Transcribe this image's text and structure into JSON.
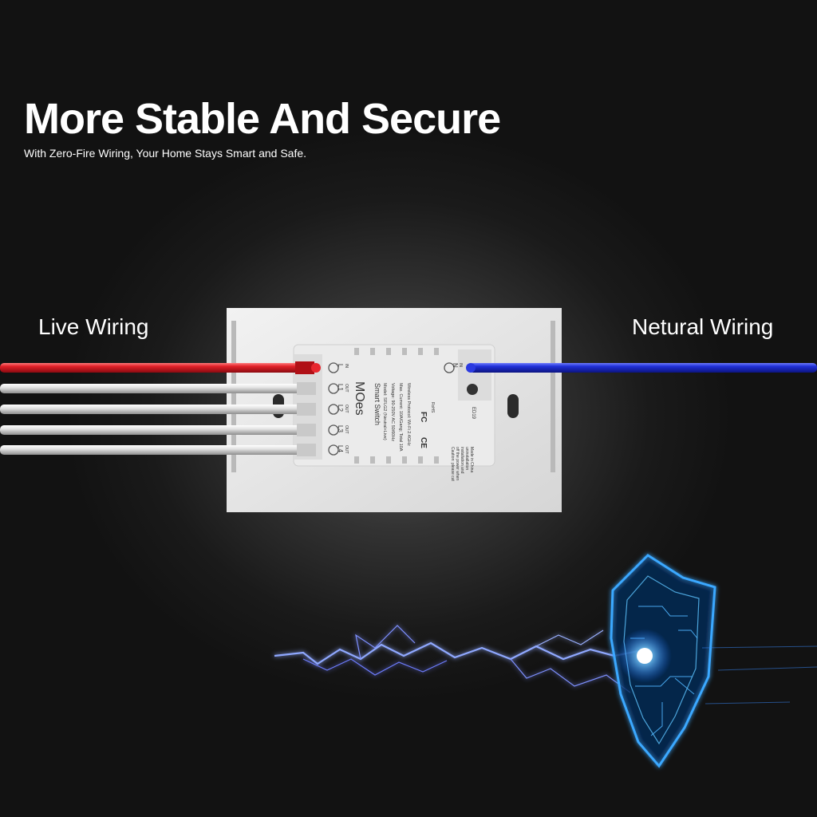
{
  "header": {
    "title": "More Stable And Secure",
    "subtitle": "With Zero-Fire Wiring, Your Home Stays Smart and Safe."
  },
  "labels": {
    "live": "Live Wiring",
    "neutral": "Netural Wiring"
  },
  "device": {
    "brand": "MOes",
    "name": "Smart Switch",
    "model": "Model: SFLG2 (Neutral+Live)",
    "voltage": "Voltage: 90-250V AC 50/60Hz",
    "current": "Max. Current: 10A/Gang; Total 10A",
    "protocol": "Wireless Protocol: Wi-Fi 2.4GHz",
    "caution": [
      "Caution: please cut",
      "off the power when",
      "installation and",
      "uninstallation",
      "Made in China"
    ],
    "code": "ED19",
    "terminals": [
      "L",
      "L1",
      "L2",
      "L3",
      "L4"
    ],
    "terminal_sub": [
      "IN",
      "OUT",
      "OUT",
      "OUT",
      "OUT"
    ],
    "neutral_terminal": "N",
    "neutral_sub": "IN",
    "cert_marks": [
      "CE",
      "FC",
      "RoHS"
    ]
  },
  "colors": {
    "live_wire": "#c8141c",
    "neutral_wire": "#1c2bd0",
    "out_wire": "#d8d8d8",
    "accent": "#3aa8ff"
  },
  "icons": [
    "shield-icon",
    "lightning-icon"
  ]
}
